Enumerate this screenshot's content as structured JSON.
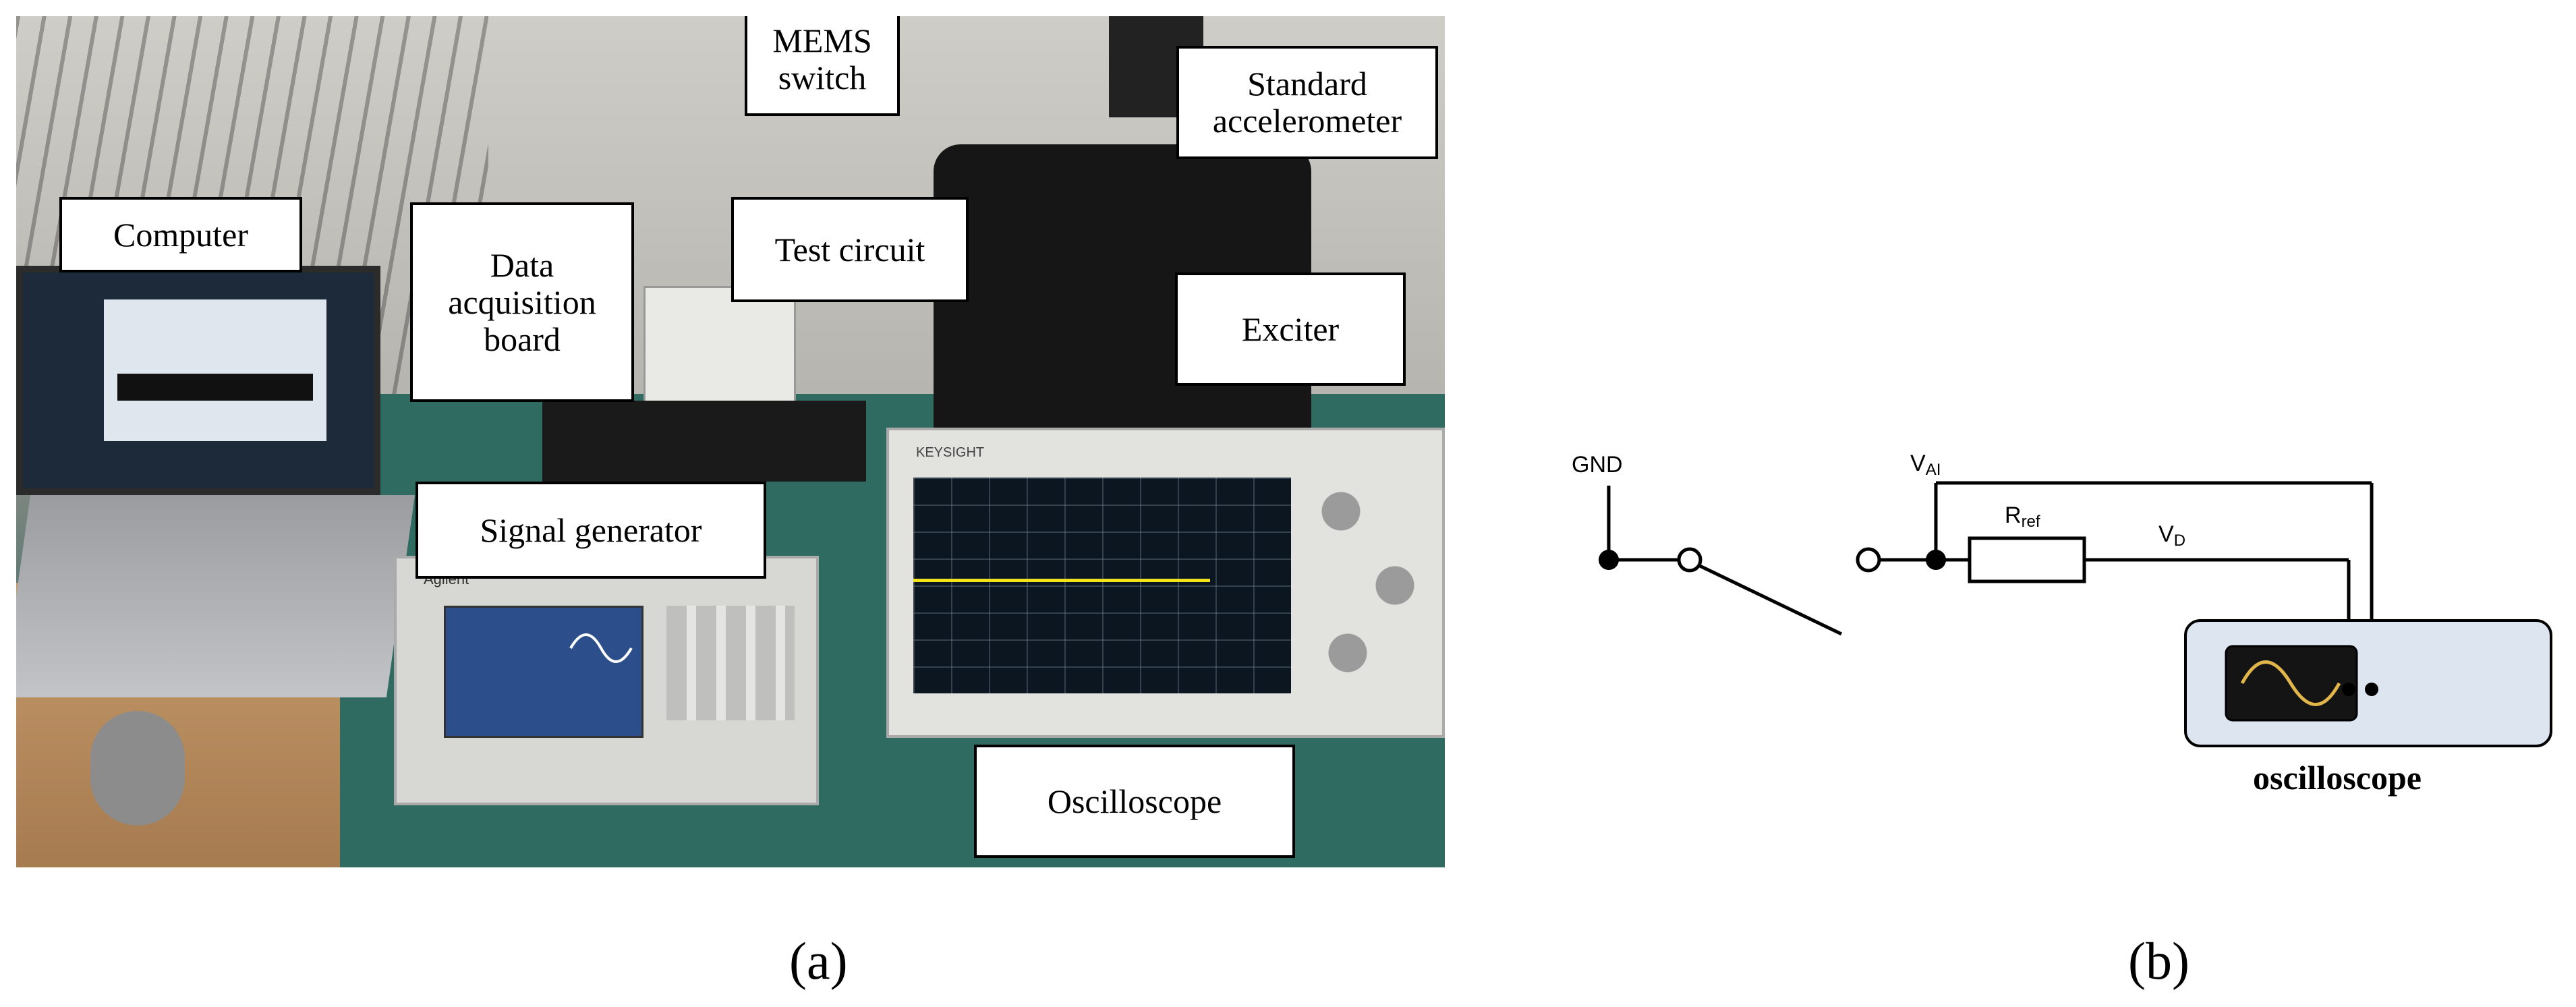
{
  "panel_a": {
    "caption": "(a)",
    "labels": {
      "mems_switch": "MEMS switch",
      "standard_accelerometer": "Standard accelerometer",
      "computer": "Computer",
      "data_acquisition_board": "Data acquisition board",
      "test_circuit": "Test circuit",
      "exciter": "Exciter",
      "signal_generator": "Signal generator",
      "oscilloscope": "Oscilloscope"
    },
    "device_text": {
      "scope_brand": "KEYSIGHT",
      "siggen_brand": "Agilent"
    }
  },
  "panel_b": {
    "caption": "(b)",
    "gnd_label": "GND",
    "vai_label_main": "V",
    "vai_label_sub": "AI",
    "rref_label_main": "R",
    "rref_label_sub": "ref",
    "vd_label_main": "V",
    "vd_label_sub": "D",
    "oscilloscope_label": "oscilloscope"
  }
}
